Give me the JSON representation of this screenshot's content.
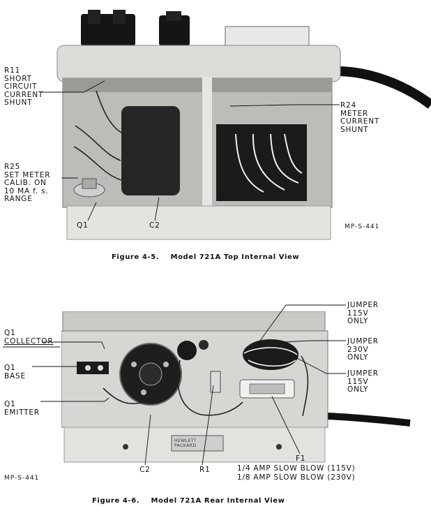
{
  "figure1": {
    "caption_number": "Figure 4-5.",
    "caption_title": "Model 721A   Top Internal View",
    "plate_code": "MP-S-441",
    "labels": {
      "r11": [
        "R11",
        "SHORT",
        "CIRCUIT",
        "CURRENT",
        "SHUNT"
      ],
      "r24": [
        "R24",
        "METER",
        "CURRENT",
        "SHUNT"
      ],
      "r25": [
        "R25",
        "SET METER",
        "CALIB. ON",
        "10 MA f. s.",
        "RANGE"
      ],
      "q1": "Q1",
      "c2": "C2"
    }
  },
  "figure2": {
    "caption_number": "Figure 4-6.",
    "caption_title": "Model 721A   Rear Internal View",
    "plate_code": "MP-S-441",
    "labels": {
      "q1_collector": [
        "Q1",
        "COLLECTOR"
      ],
      "q1_base": [
        "Q1",
        "BASE"
      ],
      "q1_emitter": [
        "Q1",
        "EMITTER"
      ],
      "jumper_115_top": [
        "JUMPER",
        "115V",
        "ONLY"
      ],
      "jumper_230": [
        "JUMPER",
        "230V",
        "ONLY"
      ],
      "jumper_115_bottom": [
        "JUMPER",
        "115V",
        "ONLY"
      ],
      "c2": "C2",
      "r1": "R1",
      "f1": "F1",
      "fuse_115": "1/4  AMP  SLOW  BLOW (115V)",
      "fuse_230": "1/8  AMP  SLOW  BLOW (230V)",
      "nameplate": [
        "HEWLETT",
        "PACKARD"
      ]
    }
  },
  "colors": {
    "ink": "#111111",
    "panel": "#d9d9d6",
    "dark": "#1a1a1a"
  }
}
